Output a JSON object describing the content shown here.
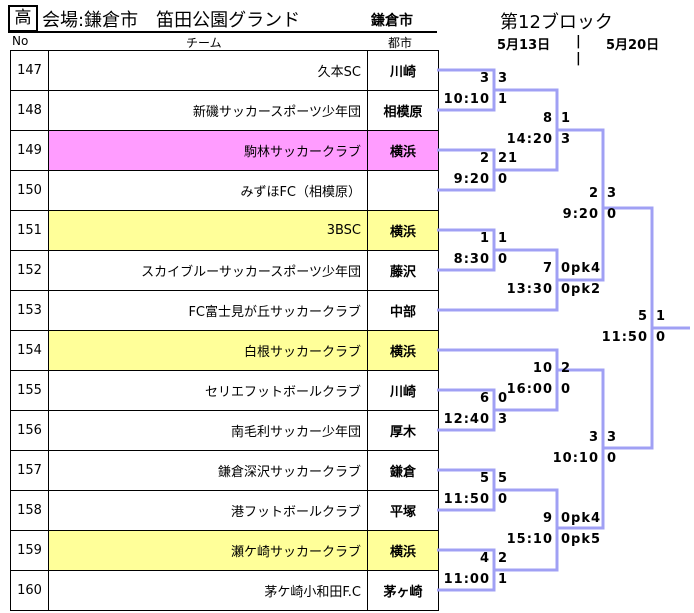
{
  "header": {
    "category": "高",
    "venue": "会場:鎌倉市　笛田公園グランド",
    "host_city": "鎌倉市",
    "block": "第12ブロック",
    "col_no": "No",
    "col_team": "チーム",
    "col_city": "都市",
    "date1": "5月13日",
    "date2": "5月20日",
    "sep": "|"
  },
  "colors": {
    "line": "#a0a0f4",
    "pink": "#ff9cff",
    "yellow": "#ffff99"
  },
  "teams": [
    {
      "no": "147",
      "name": "久本SC",
      "city": "川崎",
      "hl": ""
    },
    {
      "no": "148",
      "name": "新磯サッカースポーツ少年団",
      "city": "相模原",
      "hl": ""
    },
    {
      "no": "149",
      "name": "駒林サッカークラブ",
      "city": "横浜",
      "hl": "pink"
    },
    {
      "no": "150",
      "name": "みずほFC（相模原）",
      "city": "",
      "hl": ""
    },
    {
      "no": "151",
      "name": "3BSC",
      "city": "横浜",
      "hl": "yellow"
    },
    {
      "no": "152",
      "name": "スカイブルーサッカースポーツ少年団",
      "city": "藤沢",
      "hl": ""
    },
    {
      "no": "153",
      "name": "FC富士見が丘サッカークラブ",
      "city": "中部",
      "hl": ""
    },
    {
      "no": "154",
      "name": "白根サッカークラブ",
      "city": "横浜",
      "hl": "yellow"
    },
    {
      "no": "155",
      "name": "セリエフットボールクラブ",
      "city": "川崎",
      "hl": ""
    },
    {
      "no": "156",
      "name": "南毛利サッカー少年団",
      "city": "厚木",
      "hl": ""
    },
    {
      "no": "157",
      "name": "鎌倉深沢サッカークラブ",
      "city": "鎌倉",
      "hl": ""
    },
    {
      "no": "158",
      "name": "港フットボールクラブ",
      "city": "平塚",
      "hl": ""
    },
    {
      "no": "159",
      "name": "瀬ケ崎サッカークラブ",
      "city": "横浜",
      "hl": "yellow"
    },
    {
      "no": "160",
      "name": "茅ケ崎小和田F.C",
      "city": "茅ヶ崎",
      "hl": ""
    }
  ],
  "matches": [
    {
      "num": "3",
      "time": "10:10",
      "top": "3",
      "bottom": "1"
    },
    {
      "num": "2",
      "time": "9:20",
      "top": "21",
      "bottom": "0"
    },
    {
      "num": "1",
      "time": "8:30",
      "top": "1",
      "bottom": "0"
    },
    {
      "num": "8",
      "time": "14:20",
      "top": "1",
      "bottom": "3"
    },
    {
      "num": "7",
      "time": "13:30",
      "top": "0pk4",
      "bottom": "0pk2"
    },
    {
      "num": "2",
      "time": "9:20",
      "top": "3",
      "bottom": "0"
    },
    {
      "num": "5",
      "time": "11:50",
      "top": "1",
      "bottom": "0"
    },
    {
      "num": "10",
      "time": "16:00",
      "top": "2",
      "bottom": "0"
    },
    {
      "num": "6",
      "time": "12:40",
      "top": "0",
      "bottom": "3"
    },
    {
      "num": "5",
      "time": "11:50",
      "top": "5",
      "bottom": "0"
    },
    {
      "num": "4",
      "time": "11:00",
      "top": "2",
      "bottom": "1"
    },
    {
      "num": "9",
      "time": "15:10",
      "top": "0pk4",
      "bottom": "0pk5"
    },
    {
      "num": "3",
      "time": "10:10",
      "top": "3",
      "bottom": "0"
    }
  ]
}
